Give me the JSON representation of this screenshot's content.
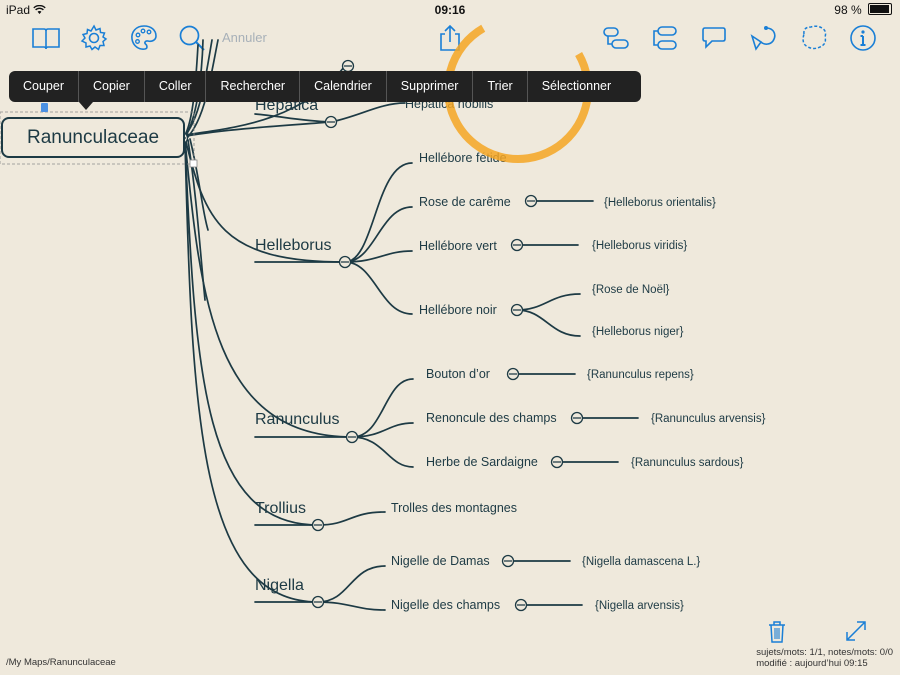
{
  "status": {
    "device": "iPad",
    "time": "09:16",
    "battery": "98 %"
  },
  "toolbar": {
    "undo_label": "Annuler"
  },
  "context_menu": [
    "Couper",
    "Copier",
    "Coller",
    "Rechercher",
    "Calendrier",
    "Supprimer",
    "Trier",
    "Sélectionner"
  ],
  "map": {
    "root": "Ranunculaceae",
    "hepatica": {
      "label": "Hepatica",
      "child": "Hepatica nobilis"
    },
    "helleborus": {
      "label": "Helleborus",
      "c1": "Hellébore fétide",
      "c2": "Rose de carême",
      "c2_note": "{Helleborus orientalis}",
      "c3": "Hellébore vert",
      "c3_note": "{Helleborus viridis}",
      "c4": "Hellébore noir",
      "c4_note1": "{Rose de Noël}",
      "c4_note2": "{Helleborus niger}"
    },
    "ranunculus": {
      "label": "Ranunculus",
      "c1": "Bouton d’or",
      "c1_note": "{Ranunculus repens}",
      "c2": "Renoncule des champs",
      "c2_note": "{Ranunculus arvensis}",
      "c3": "Herbe de Sardaigne",
      "c3_note": "{Ranunculus sardous}"
    },
    "trollius": {
      "label": "Trollius",
      "c1": "Trolles des montagnes"
    },
    "nigella": {
      "label": "Nigella",
      "c1": "Nigelle de Damas",
      "c1_note": "{Nigella damascena L.}",
      "c2": "Nigelle des champs",
      "c2_note": "{Nigella arvensis}"
    }
  },
  "footer": {
    "path": "/My Maps/Ranunculaceae",
    "stats_line1": "sujets/mots: 1/1, notes/mots: 0/0",
    "stats_line2": "modifié : aujourd’hui 09:15"
  },
  "colors": {
    "accent": "#1a7fd6",
    "background": "#efe9dc",
    "ink": "#1d3a44",
    "highlight": "#f5a623"
  }
}
